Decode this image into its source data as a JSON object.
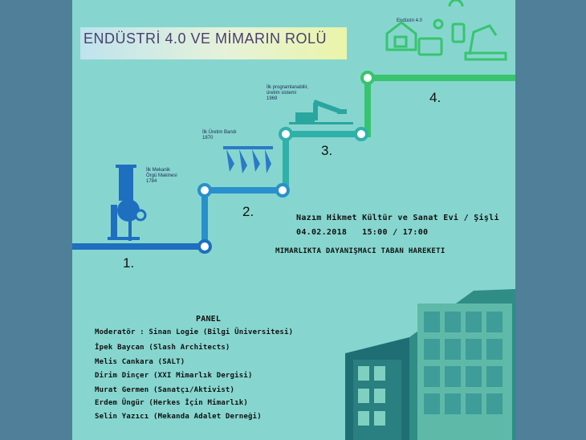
{
  "title": "ENDÜSTRİ 4.0 VE MİMARIN ROLÜ",
  "timeline": {
    "steps": [
      {
        "number": "1.",
        "caption": "İlk Mekanik\nÖrgü Makinesi\n1784"
      },
      {
        "number": "2.",
        "caption": "İlk Üretim Bandı\n1870"
      },
      {
        "number": "3.",
        "caption": "İlk programlanabilir,\nüretim sistemi\n1969"
      },
      {
        "number": "4.",
        "caption": "Endüstri 4.0"
      }
    ],
    "colors": {
      "step1": "#1e6fbf",
      "step2": "#2b9ad0",
      "step3": "#2fb89f",
      "step4": "#38c46e"
    }
  },
  "event": {
    "venue": "Nazım Hikmet Kültür ve Sanat Evi / Şişli",
    "datetime": "04.02.2018   15:00 / 17:00",
    "organizer": "Mimarlıkta Dayanışmacı Taban Hareketi"
  },
  "panel": {
    "heading": "PANEL",
    "moderator": "Moderatör : Sinan Logie (Bilgi Üniversitesi)",
    "speakers": [
      "İpek Baycan (Slash Architects)",
      "Melis Cankara (SALT)",
      "Dirim Dinçer (XXI Mimarlık Dergisi)",
      "Murat Germen (Sanatçı/Aktivist)",
      "Erdem Üngür (Herkes İçin Mimarlık)",
      "Selin Yazıcı (Mekanda Adalet Derneği)"
    ]
  }
}
